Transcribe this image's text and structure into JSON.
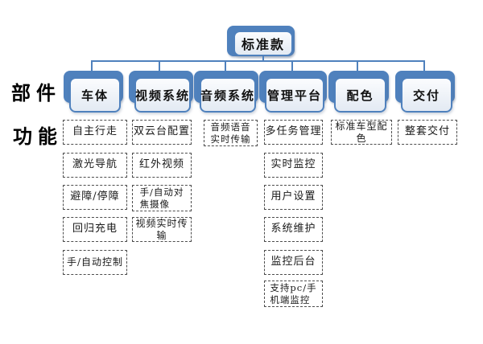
{
  "diagram": {
    "root": {
      "label": "标准款"
    },
    "row_labels": {
      "components": "部件",
      "functions": "功能"
    },
    "columns": [
      {
        "label": "车体",
        "functions": [
          "自主行走",
          "激光导航",
          "避障/停障",
          "回归充电",
          "手/自动控制"
        ]
      },
      {
        "label": "视频系统",
        "functions": [
          "双云台配置",
          "红外视频",
          "手/自动对\n焦摄像",
          "视频实时传输"
        ]
      },
      {
        "label": "音频系统",
        "functions": [
          "音频语音\n实时传输"
        ]
      },
      {
        "label": "管理平台",
        "functions": [
          "多任务管理",
          "实时监控",
          "用户设置",
          "系统维护",
          "监控后台",
          "支持pc/手\n机端监控"
        ]
      },
      {
        "label": "配色",
        "functions": [
          "标准车型配色"
        ]
      },
      {
        "label": "交付",
        "functions": [
          "整套交付"
        ]
      }
    ],
    "colors": {
      "accent_blue": "#4f81bd",
      "box_fill_top": "#fbfcfe",
      "box_fill_bottom": "#e3eaf3",
      "dash_border": "#4d4d4d",
      "background": "#ffffff",
      "text": "#1a1a1a"
    }
  }
}
